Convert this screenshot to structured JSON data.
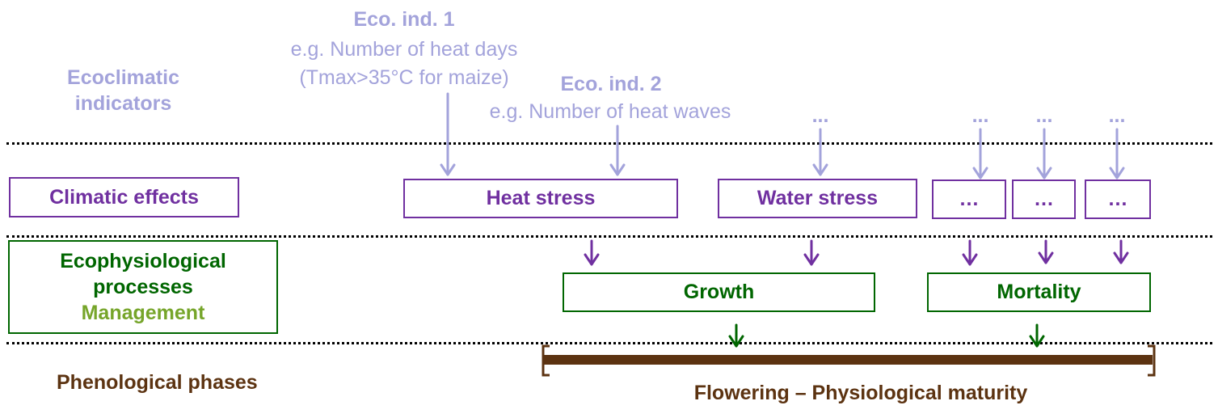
{
  "colors": {
    "indicator": "#a3a3db",
    "effect": "#7030a0",
    "process": "#006600",
    "management": "#76a52a",
    "phase": "#5c3311"
  },
  "rows": {
    "ecoclimatic": {
      "line1": "Ecoclimatic",
      "line2": "indicators"
    },
    "climatic_effects": "Climatic effects",
    "ecophysiological": {
      "line1": "Ecophysiological",
      "line2": "processes",
      "line3": "Management"
    },
    "phenological": "Phenological phases"
  },
  "indicators": {
    "ind1": {
      "title": "Eco. ind. 1",
      "desc1": "e.g. Number of heat days",
      "desc2": "(Tmax>35°C for maize)"
    },
    "ind2": {
      "title": "Eco. ind. 2",
      "desc": "e.g. Number of heat waves"
    },
    "more": "..."
  },
  "effects": {
    "heat": "Heat stress",
    "water": "Water stress",
    "more": "…"
  },
  "processes": {
    "growth": "Growth",
    "mortality": "Mortality"
  },
  "phase": {
    "label": "Flowering – Physiological maturity"
  }
}
